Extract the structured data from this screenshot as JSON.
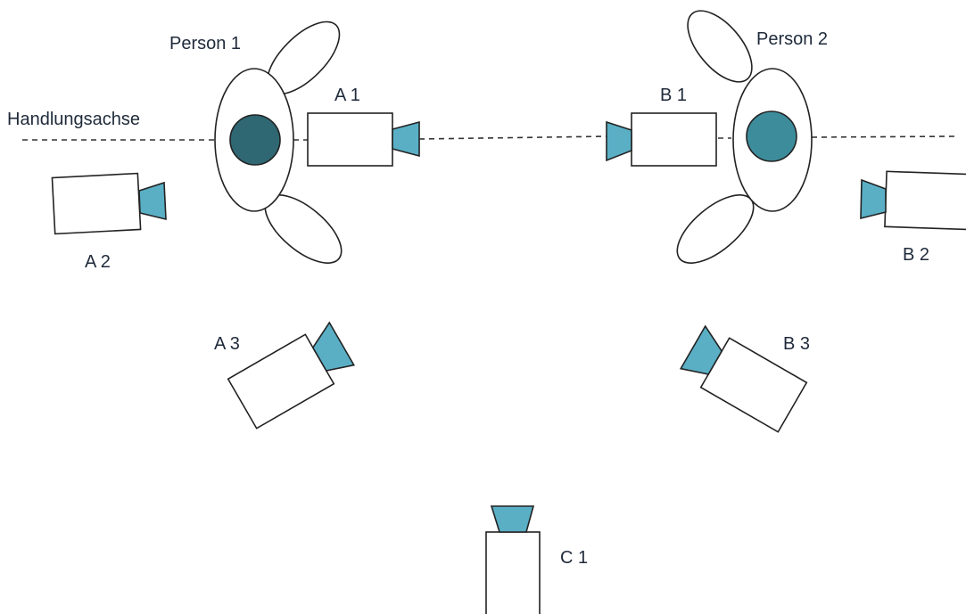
{
  "colors": {
    "lens": "#5AAFC5",
    "head_person_1": "#2F6773",
    "head_person_2": "#3D8C9C"
  },
  "labels": {
    "axis": "Handlungsachse",
    "person_1": "Person 1",
    "person_2": "Person 2",
    "cam_a1": "A 1",
    "cam_a2": "A 2",
    "cam_a3": "A 3",
    "cam_b1": "B 1",
    "cam_b2": "B 2",
    "cam_b3": "B 3",
    "cam_c1": "C 1"
  }
}
